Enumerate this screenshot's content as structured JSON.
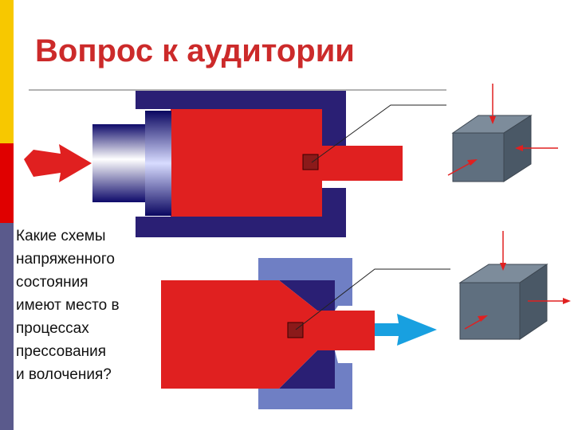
{
  "slide": {
    "title": "Вопрос к аудитории",
    "question_lines": [
      "Какие схемы",
      "напряженного",
      "состояния",
      "имеют место в",
      "процессах",
      "прессования",
      "и волочения?"
    ]
  },
  "colors": {
    "title": "#cc2a2a",
    "side_bar_top": "#f7c800",
    "side_bar_middle": "#e00000",
    "side_bar_bottom": "#5a5a8c",
    "container": "#2a1f74",
    "metal": "#e02020",
    "die": "#6f7fc4",
    "die_dark": "#2a1f74",
    "cube_front": "#5f6f7f",
    "cube_top": "#7d8c9b",
    "cube_side": "#4a5866",
    "arrow_red": "#e02020",
    "arrow_blue": "#18a0e0",
    "element_marker": "#8b1a1a"
  },
  "icons": {
    "extrusion": "extrusion-diagram",
    "drawing": "drawing-diagram",
    "stress_cube": "cube-icon",
    "force": "arrow-icon"
  }
}
